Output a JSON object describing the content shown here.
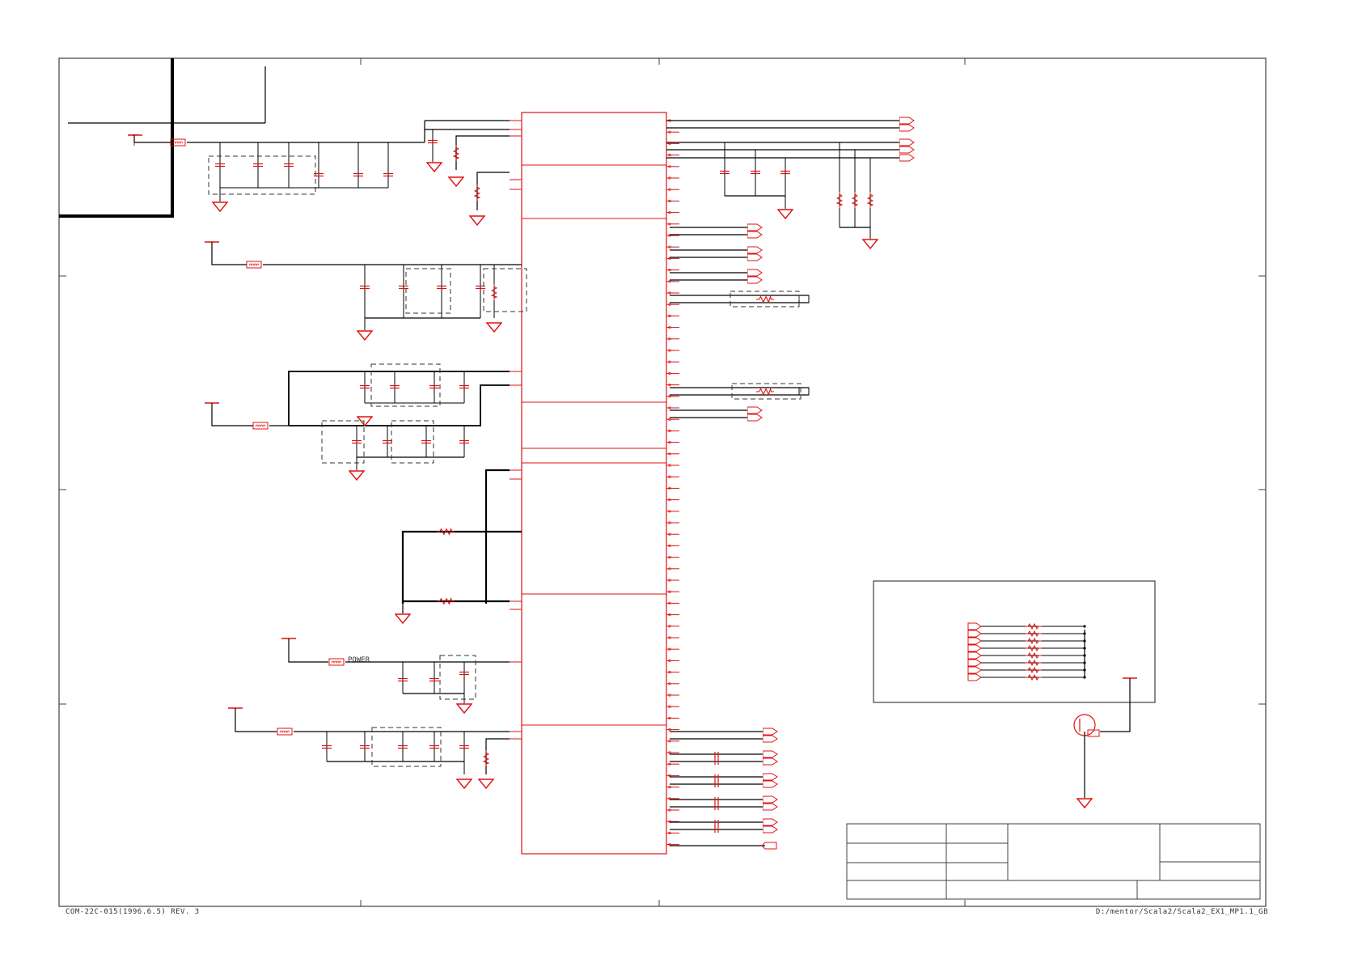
{
  "sheet": {
    "form_number": "COM-22C-015(1996.6.5) REV. 3",
    "file_path": "D:/mentor/Scala2/Scala2_EX1_MP1.1_GB"
  },
  "schematic": {
    "net_labels": {
      "power": "POWER"
    }
  },
  "colors": {
    "component_red": "#e01010",
    "wire_black": "#000000",
    "border_gray": "#404040",
    "dashed_group": "#333333",
    "background": "#ffffff"
  },
  "icons": [
    "ground-icon",
    "power-rail-icon",
    "capacitor-icon",
    "resistor-icon",
    "inductor-icon",
    "offpage-connector-icon",
    "transistor-icon",
    "ic-chip"
  ]
}
